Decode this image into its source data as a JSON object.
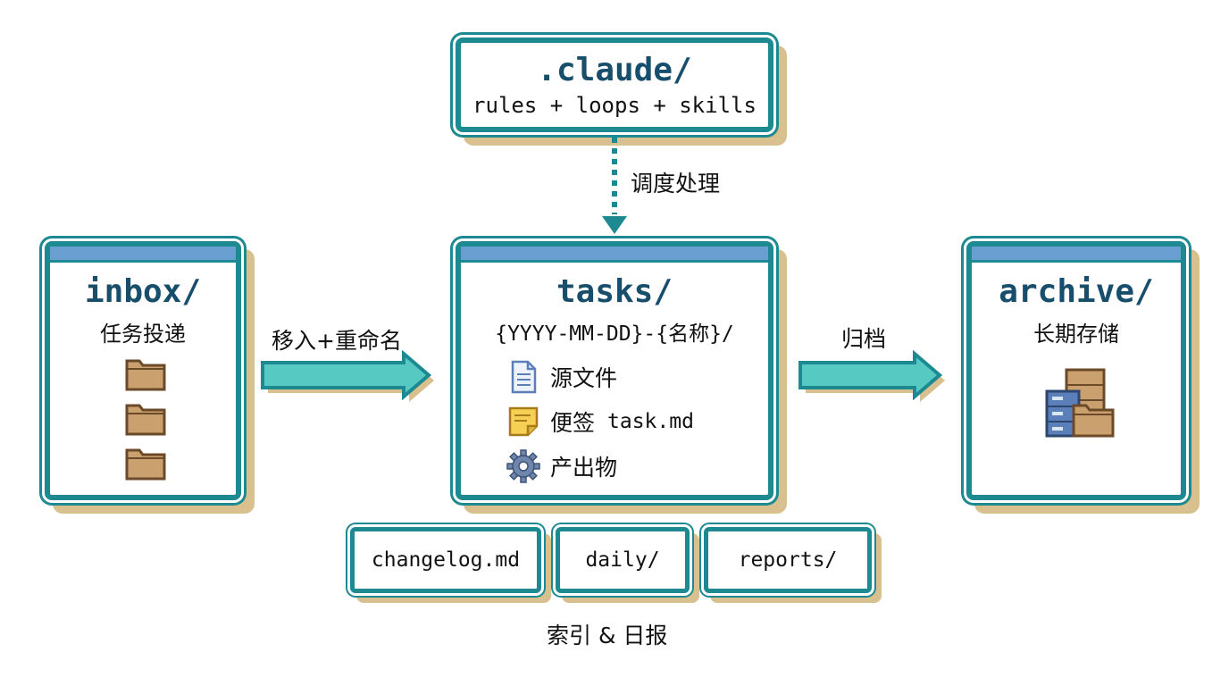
{
  "claude": {
    "title": ".claude/",
    "subtitle": "rules + loops + skills"
  },
  "dispatch_label": "调度处理",
  "inbox": {
    "title": "inbox/",
    "subtitle": "任务投递"
  },
  "move_label": "移入+重命名",
  "tasks": {
    "title": "tasks/",
    "subtitle": "{YYYY-MM-DD}-{名称}/",
    "items": [
      {
        "icon": "document-icon",
        "label": "源文件"
      },
      {
        "icon": "sticky-note-icon",
        "label": "便签",
        "mono": "task.md"
      },
      {
        "icon": "gear-icon",
        "label": "产出物"
      }
    ]
  },
  "archive_label": "归档",
  "archive": {
    "title": "archive/",
    "subtitle": "长期存储"
  },
  "tags": [
    "changelog.md",
    "daily/",
    "reports/"
  ],
  "index_label": "索引 & 日报",
  "colors": {
    "border": "#1d8a91",
    "arrow_fill": "#55c9c2",
    "shadow": "#d8c08f",
    "title": "#174e6b",
    "bar": "#6a9fd1"
  }
}
